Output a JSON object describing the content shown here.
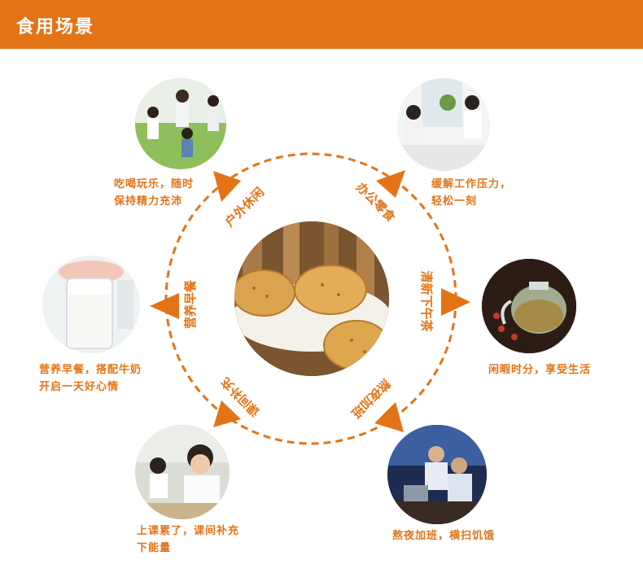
{
  "header": {
    "title": "食用场景"
  },
  "colors": {
    "accent": "#e27417",
    "background": "#ffffff"
  },
  "ring_labels": {
    "outdoor": "户外休闲",
    "office": "办公零食",
    "tea": "清新下午茶",
    "night": "熬夜加班",
    "class": "课间补充",
    "breakfast": "营养早餐"
  },
  "captions": {
    "outdoor": {
      "line1": "吃喝玩乐，随时",
      "line2": "保持精力充沛"
    },
    "office": {
      "line1": "缓解工作压力，",
      "line2": "轻松一刻"
    },
    "breakfast": {
      "line1": "营养早餐，搭配牛奶",
      "line2": "开启一天好心情"
    },
    "tea": {
      "line1": "闲暇时分，享受生活"
    },
    "class": {
      "line1": "上课累了，课间补充",
      "line2": "下能量"
    },
    "night": {
      "line1": "熬夜加班，横扫饥饿"
    }
  }
}
